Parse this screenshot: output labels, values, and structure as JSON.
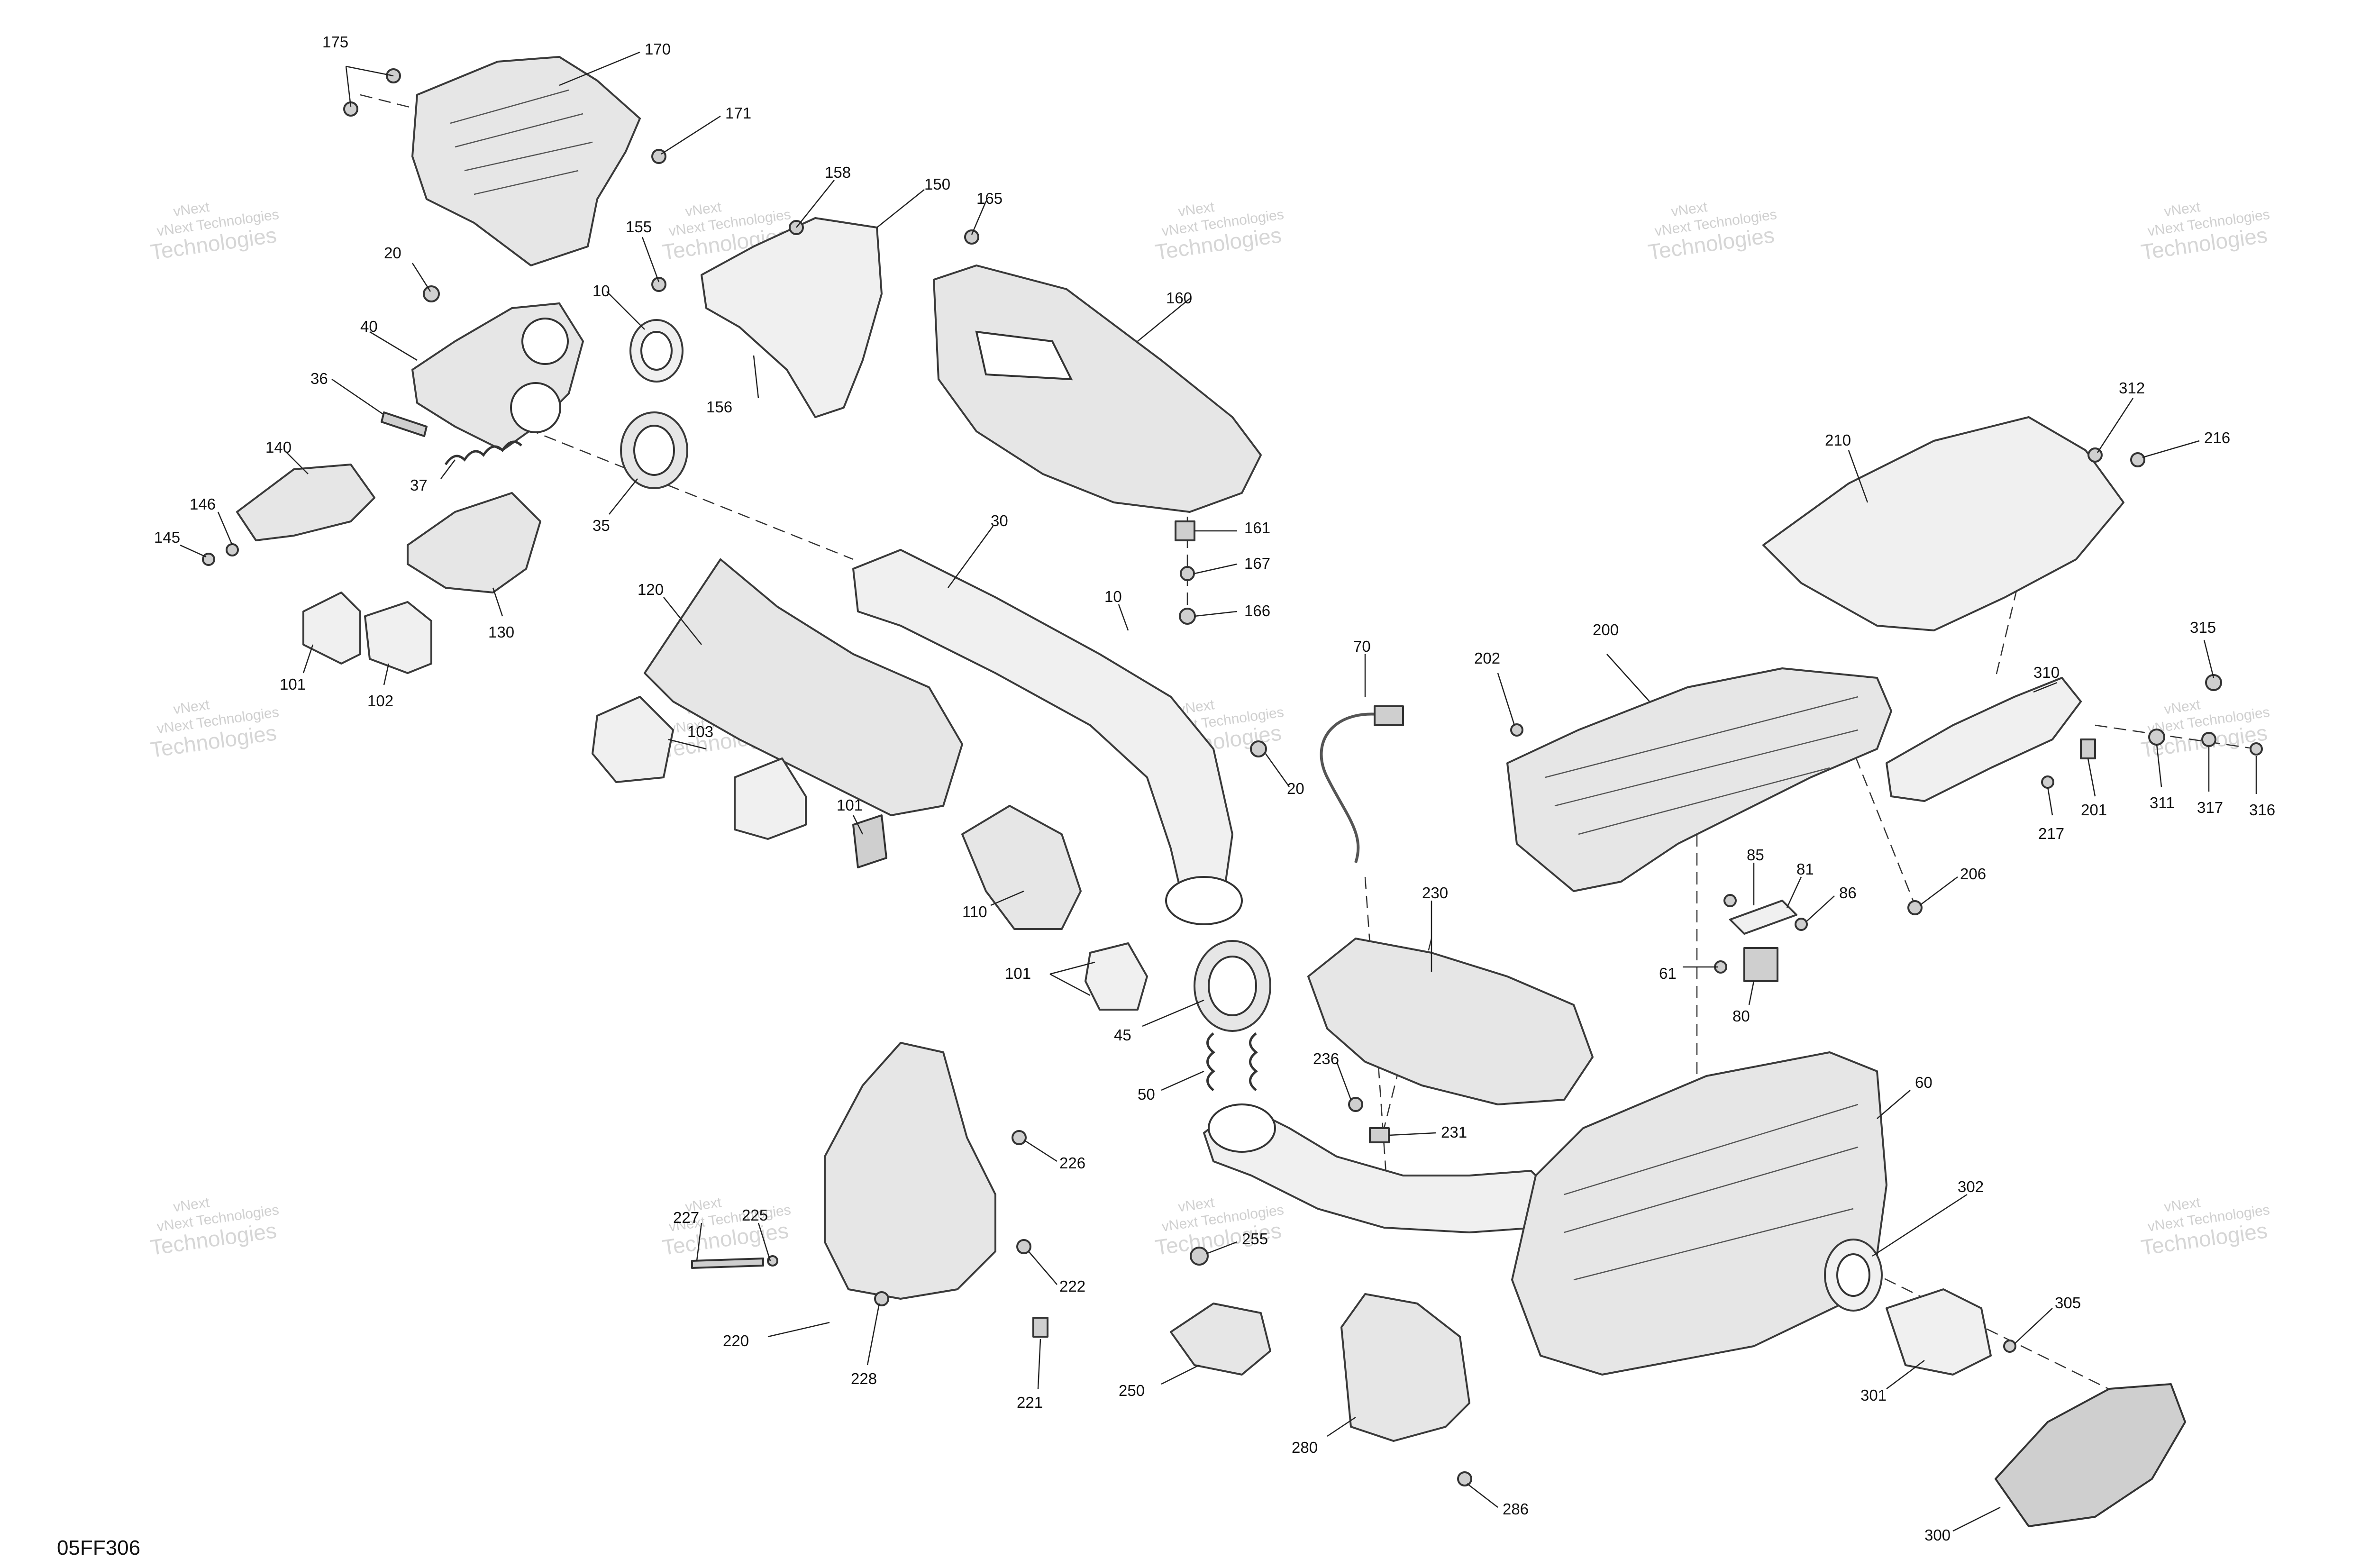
{
  "figure_code": "05FF306",
  "watermark": {
    "line1": "vNext Technologies",
    "line2": "vNext",
    "line3": "Technologies"
  },
  "callouts": [
    {
      "id": "c175",
      "text": "175"
    },
    {
      "id": "c170",
      "text": "170"
    },
    {
      "id": "c171",
      "text": "171"
    },
    {
      "id": "c158",
      "text": "158"
    },
    {
      "id": "c150",
      "text": "150"
    },
    {
      "id": "c165",
      "text": "165"
    },
    {
      "id": "c155",
      "text": "155"
    },
    {
      "id": "c20a",
      "text": "20"
    },
    {
      "id": "c10a",
      "text": "10"
    },
    {
      "id": "c160",
      "text": "160"
    },
    {
      "id": "c40",
      "text": "40"
    },
    {
      "id": "c156",
      "text": "156"
    },
    {
      "id": "c36",
      "text": "36"
    },
    {
      "id": "c140",
      "text": "140"
    },
    {
      "id": "c37",
      "text": "37"
    },
    {
      "id": "c35",
      "text": "35"
    },
    {
      "id": "c146",
      "text": "146"
    },
    {
      "id": "c145",
      "text": "145"
    },
    {
      "id": "c30",
      "text": "30"
    },
    {
      "id": "c161",
      "text": "161"
    },
    {
      "id": "c167",
      "text": "167"
    },
    {
      "id": "c130",
      "text": "130"
    },
    {
      "id": "c120",
      "text": "120"
    },
    {
      "id": "c10b",
      "text": "10"
    },
    {
      "id": "c166",
      "text": "166"
    },
    {
      "id": "c101a",
      "text": "101"
    },
    {
      "id": "c102",
      "text": "102"
    },
    {
      "id": "c70",
      "text": "70"
    },
    {
      "id": "c103",
      "text": "103"
    },
    {
      "id": "c20b",
      "text": "20"
    },
    {
      "id": "c101b",
      "text": "101"
    },
    {
      "id": "c110",
      "text": "110"
    },
    {
      "id": "c101c",
      "text": "101"
    },
    {
      "id": "c45",
      "text": "45"
    },
    {
      "id": "c50",
      "text": "50"
    },
    {
      "id": "c230",
      "text": "230"
    },
    {
      "id": "c236",
      "text": "236"
    },
    {
      "id": "c231",
      "text": "231"
    },
    {
      "id": "c226",
      "text": "226"
    },
    {
      "id": "c227",
      "text": "227"
    },
    {
      "id": "c225",
      "text": "225"
    },
    {
      "id": "c255",
      "text": "255"
    },
    {
      "id": "c222",
      "text": "222"
    },
    {
      "id": "c220",
      "text": "220"
    },
    {
      "id": "c228",
      "text": "228"
    },
    {
      "id": "c221",
      "text": "221"
    },
    {
      "id": "c250",
      "text": "250"
    },
    {
      "id": "c280",
      "text": "280"
    },
    {
      "id": "c286",
      "text": "286"
    },
    {
      "id": "c210",
      "text": "210"
    },
    {
      "id": "c312",
      "text": "312"
    },
    {
      "id": "c216",
      "text": "216"
    },
    {
      "id": "c202",
      "text": "202"
    },
    {
      "id": "c200",
      "text": "200"
    },
    {
      "id": "c315",
      "text": "315"
    },
    {
      "id": "c310",
      "text": "310"
    },
    {
      "id": "c217",
      "text": "217"
    },
    {
      "id": "c201",
      "text": "201"
    },
    {
      "id": "c311",
      "text": "311"
    },
    {
      "id": "c317",
      "text": "317"
    },
    {
      "id": "c316",
      "text": "316"
    },
    {
      "id": "c206",
      "text": "206"
    },
    {
      "id": "c85",
      "text": "85"
    },
    {
      "id": "c81",
      "text": "81"
    },
    {
      "id": "c86",
      "text": "86"
    },
    {
      "id": "c61",
      "text": "61"
    },
    {
      "id": "c80",
      "text": "80"
    },
    {
      "id": "c60",
      "text": "60"
    },
    {
      "id": "c302",
      "text": "302"
    },
    {
      "id": "c305",
      "text": "305"
    },
    {
      "id": "c301",
      "text": "301"
    },
    {
      "id": "c300",
      "text": "300"
    }
  ]
}
